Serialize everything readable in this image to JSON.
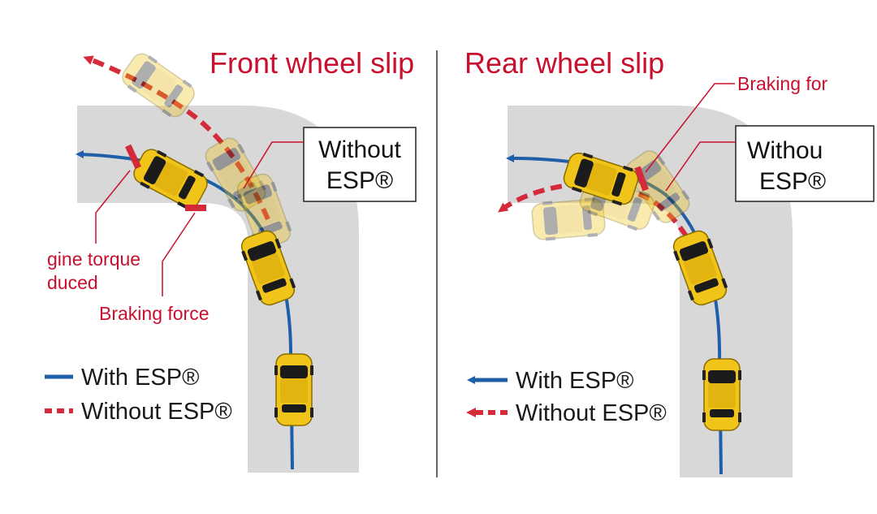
{
  "colors": {
    "road": "#d8d8d8",
    "with_esp": "#1f5fa8",
    "without_esp": "#d42a3a",
    "title": "#c8102e",
    "car_body": "#f0c419",
    "car_roof": "#1b1b1b"
  },
  "panels": [
    {
      "title": "Front wheel slip",
      "box_line1": "Without",
      "box_line2": "ESP®",
      "callouts": [
        "gine torque",
        "duced",
        "Braking force"
      ],
      "legend": {
        "with": "With ESP®",
        "without": "Without ESP®"
      }
    },
    {
      "title": "Rear wheel slip",
      "box_line1": "Withou",
      "box_line2": "ESP®",
      "callouts": [
        "Braking for"
      ],
      "legend": {
        "with": "With ESP®",
        "without": "Without ESP®"
      }
    }
  ]
}
